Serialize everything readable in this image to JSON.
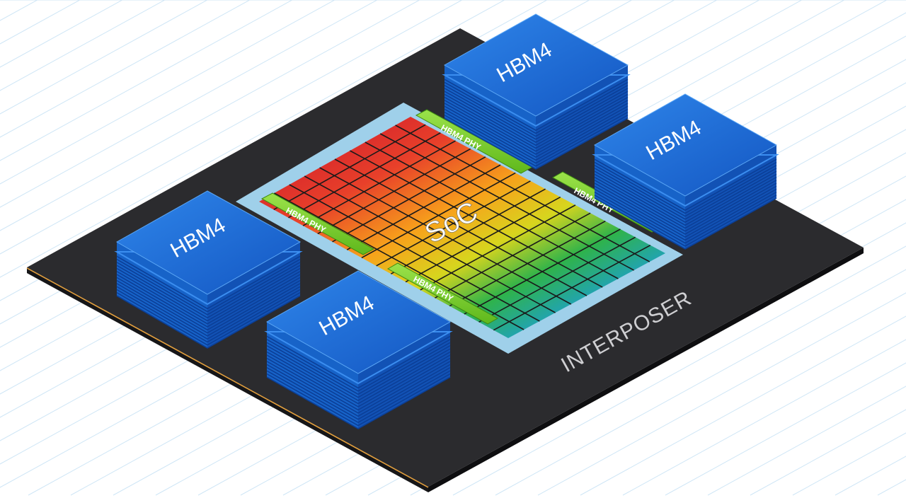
{
  "diagram": {
    "substrate_label": "INTERPOSER",
    "soc_label": "SoC",
    "hbm_stacks": [
      {
        "label": "HBM4"
      },
      {
        "label": "HBM4"
      },
      {
        "label": "HBM4"
      },
      {
        "label": "HBM4"
      }
    ],
    "phy_blocks": [
      {
        "label": "HBM4 PHY"
      },
      {
        "label": "HBM4 PHY"
      },
      {
        "label": "HBM4 PHY"
      },
      {
        "label": "HBM4 PHY"
      }
    ]
  },
  "colors": {
    "background": "#ffffff",
    "background_grid": "#cfe6f6",
    "interposer_top": "#2b2b2e",
    "interposer_edge": "#e8a13a",
    "interposer_label": "#cfcfd2",
    "soc_border": "#9fd0ea",
    "soc_grid_line": "#1a1a1a",
    "phy_fill": "#7ed321",
    "phy_text": "#ffffff",
    "hbm_top": "#1f6fd6",
    "hbm_side": "#1763c8",
    "hbm_stripe": "#0b3f98",
    "hbm_text": "#ffffff",
    "soc_text": "#ffffff"
  }
}
